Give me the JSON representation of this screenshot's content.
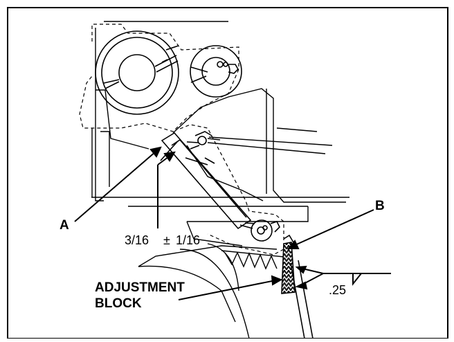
{
  "diagram": {
    "labels": {
      "a": "A",
      "b": "B",
      "gap": "3/16",
      "pm": "±",
      "tol": "1/16",
      "block_line1": "ADJUSTMENT",
      "block_line2": "BLOCK",
      "weld": ".25"
    },
    "colors": {
      "stroke": "#000000",
      "background": "#ffffff"
    }
  }
}
